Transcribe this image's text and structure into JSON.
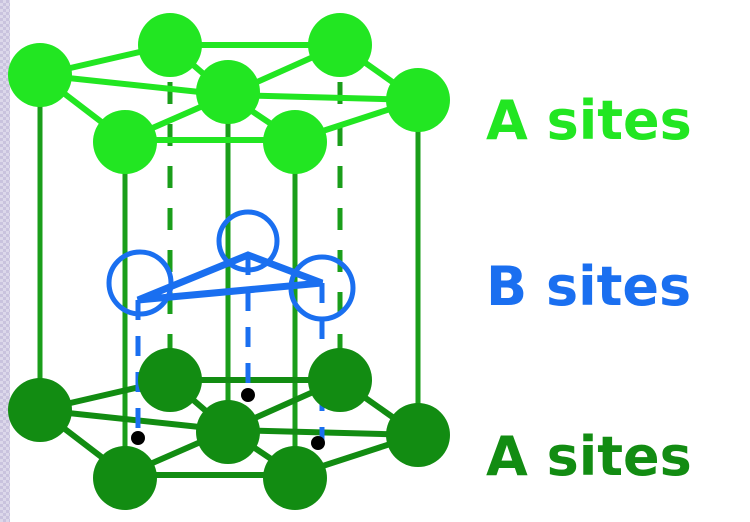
{
  "labels": {
    "top": "A sites",
    "middle": "B sites",
    "bottom": "A sites"
  },
  "colors": {
    "a_top": "#22e622",
    "a_bottom": "#128c12",
    "b_sites": "#1a6ff0",
    "stripe": "#c9c3de",
    "interstitial": "#000000"
  }
}
